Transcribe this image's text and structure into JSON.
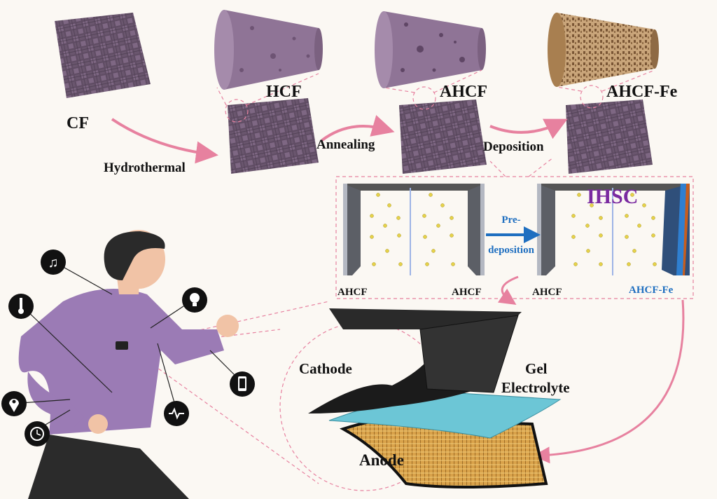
{
  "stages": {
    "cf": "CF",
    "hcf": "HCF",
    "ahcf": "AHCF",
    "ahcf_fe": "AHCF-Fe"
  },
  "steps": {
    "hydrothermal": "Hydrothermal",
    "annealing": "Annealing",
    "deposition": "Deposition"
  },
  "device": {
    "title": "IHSC",
    "pre_line1": "Pre-",
    "pre_line2": "deposition",
    "left_electrode_1": "AHCF",
    "left_electrode_2": "AHCF",
    "right_electrode_1": "AHCF",
    "right_electrode_2": "AHCF-Fe"
  },
  "layers": {
    "cathode": "Cathode",
    "gel_line1": "Gel",
    "gel_line2": "Electrolyte",
    "anode": "Anode"
  },
  "wearable_icons": [
    "music-icon",
    "thermometer-icon",
    "bulb-icon",
    "phone-icon",
    "location-icon",
    "clock-icon",
    "heart-rate-icon"
  ],
  "colors": {
    "fabric": "#6f5a73",
    "fiber": "#8f7496",
    "fiber_fe": "#a48660",
    "arrow": "#e7819f",
    "ihsc": "#7a2aa0",
    "blue_text": "#1f6fc0",
    "shirt": "#9b7bb5",
    "gel": "#6cc6d6",
    "anode": "#d9a24a"
  }
}
